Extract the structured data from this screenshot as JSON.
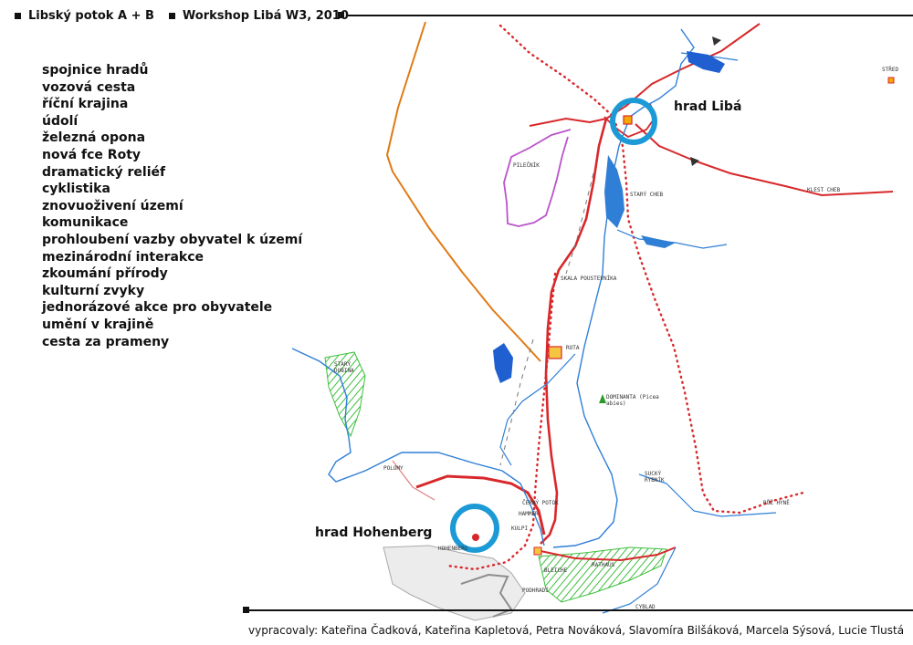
{
  "header": {
    "project": "Libský potok A + B",
    "workshop": "Workshop Libá W3, 2010"
  },
  "topics": [
    "spojnice hradů",
    "vozová cesta",
    "říční krajina",
    "údolí",
    "železná opona",
    "nová fce Roty",
    "dramatický reliéf",
    "cyklistika",
    "znovuoživení území",
    "komunikace",
    "prohloubení vazby obyvatel k území",
    "mezinárodní interakce",
    "zkoumání přírody",
    "kulturní zvyky",
    "jednorázové akce pro obyvatele",
    "umění v krajině",
    "cesta za prameny"
  ],
  "map": {
    "castle_liba": "hrad Libá",
    "castle_hohenberg": "hrad Hohenberg",
    "handwritten": {
      "pilecnik": "PILEČNÍK",
      "rota": "ROTA",
      "skala": "SKALA POUSTEVNÍKA",
      "dominanta": "DOMINANTA (Picea abies)",
      "sucky": "SUCKÝ RYBNÍK",
      "klest": "KLEST CHEB",
      "hohenberg_map": "HOHENBERG",
      "rathaus": "RATHAUS",
      "bleiche": "BLEICHE",
      "podhradi": "PODHRADÍ",
      "stary_dubina": "STARÝ DUBINA",
      "cp": "ČERNÝ POTOK",
      "stary_cheb": "STARÝ CHEB",
      "hammer": "HAMMER",
      "stred": "STŘED",
      "ruzhyne": "RŮŽ HYNĚ",
      "cyblad": "CYBLAD",
      "kulpi": "KULPI",
      "polomy": "POLOMY"
    },
    "colors": {
      "road": "#d8282b",
      "water": "#2f7fd6",
      "pond": "#1f5fd0",
      "border": "#d8282b",
      "orange_route": "#e07a14",
      "purple": "#b955c9",
      "green": "#3dbf3d",
      "circle": "#1c9ad6"
    }
  },
  "footer": {
    "credits": "vypracovaly: Kateřina Čadková, Kateřina Kapletová, Petra Nováková, Slavomíra Bilšáková, Marcela Sýsová, Lucie Tlustá"
  }
}
